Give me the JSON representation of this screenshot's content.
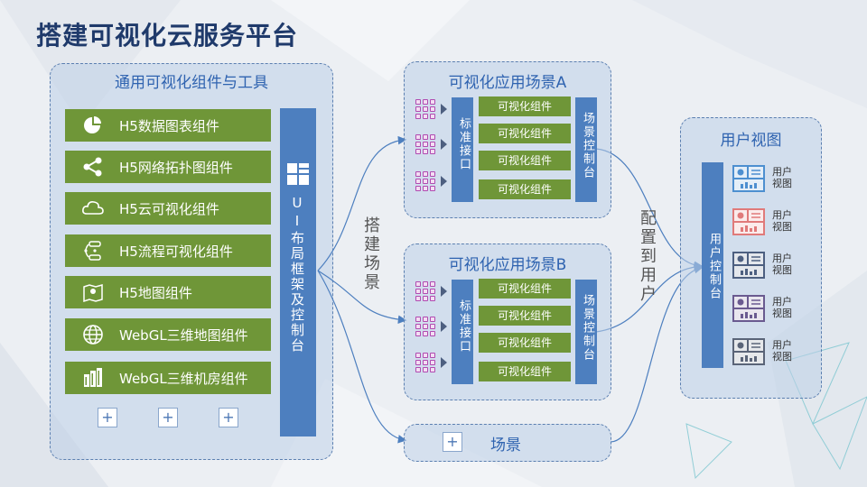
{
  "title": "搭建可视化云服务平台",
  "left_panel": {
    "title": "通用可视化组件与工具",
    "components": [
      {
        "label": "H5数据图表组件",
        "icon": "pie-chart-icon"
      },
      {
        "label": "H5网络拓扑图组件",
        "icon": "network-topology-icon"
      },
      {
        "label": "H5云可视化组件",
        "icon": "cloud-icon"
      },
      {
        "label": "H5流程可视化组件",
        "icon": "flow-icon"
      },
      {
        "label": "H5地图组件",
        "icon": "map-pin-icon"
      },
      {
        "label": "WebGL三维地图组件",
        "icon": "globe-icon"
      },
      {
        "label": "WebGL三维机房组件",
        "icon": "building-icon"
      }
    ],
    "plus": [
      "+",
      "+",
      "+"
    ],
    "framework_label": "UI布局框架及控制台"
  },
  "connector_build": "搭建场景",
  "connector_config": "配置到用户",
  "scene_a": {
    "title": "可视化应用场景A",
    "interface": "标准接口",
    "components": [
      "可视化组件",
      "可视化组件",
      "可视化组件",
      "可视化组件"
    ],
    "console": "场景控制台"
  },
  "scene_b": {
    "title": "可视化应用场景B",
    "interface": "标准接口",
    "components": [
      "可视化组件",
      "可视化组件",
      "可视化组件",
      "可视化组件"
    ],
    "console": "场景控制台"
  },
  "scene_c": {
    "plus": "+",
    "label": "场景"
  },
  "user_panel": {
    "title": "用户视图",
    "console": "用户控制台",
    "views": [
      {
        "label1": "用户",
        "label2": "视图",
        "color": "#4d8fd0"
      },
      {
        "label1": "用户",
        "label2": "视图",
        "color": "#e07a7a"
      },
      {
        "label1": "用户",
        "label2": "视图",
        "color": "#4d5f80"
      },
      {
        "label1": "用户",
        "label2": "视图",
        "color": "#6a5a90"
      },
      {
        "label1": "用户",
        "label2": "视图",
        "color": "#5a6478"
      }
    ]
  },
  "colors": {
    "green": "#6f9638",
    "blue": "#4d7fbf",
    "title": "#1f3a6b",
    "panel_title": "#2f63b0"
  }
}
